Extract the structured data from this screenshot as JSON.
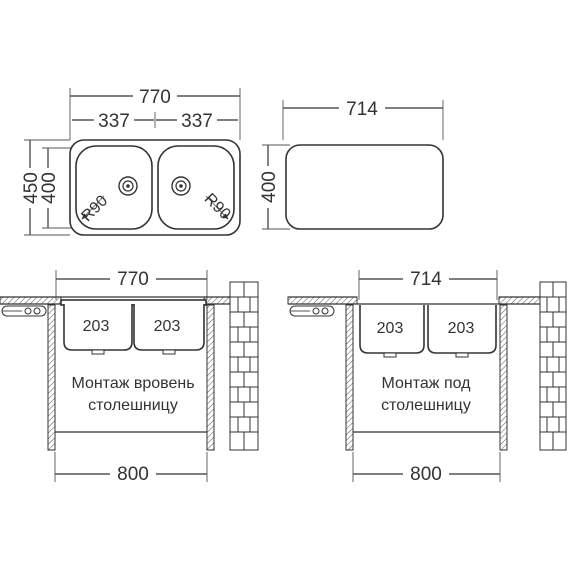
{
  "top_view": {
    "double_sink": {
      "total_width": "770",
      "bowl_left_width": "337",
      "bowl_right_width": "337",
      "total_height": "450",
      "bowl_height": "400",
      "radius_left": "R90",
      "radius_right": "R90"
    },
    "cutout": {
      "width": "714",
      "height": "400"
    }
  },
  "section_flush": {
    "sink_width": "770",
    "bowl_depth_left": "203",
    "bowl_depth_right": "203",
    "cabinet_width": "800",
    "caption_line1": "Монтаж вровень",
    "caption_line2": "столешницу"
  },
  "section_under": {
    "sink_width": "714",
    "bowl_depth_left": "203",
    "bowl_depth_right": "203",
    "cabinet_width": "800",
    "caption_line1": "Монтаж под",
    "caption_line2": "столешницу"
  }
}
